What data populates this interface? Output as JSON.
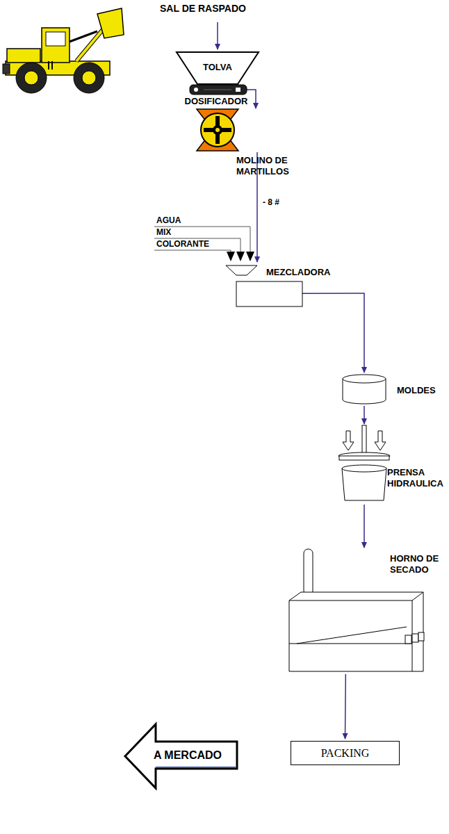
{
  "diagram": {
    "nodes": [
      {
        "text": [
          "TOLVA"
        ]
      },
      {
        "text": [
          "DOSIFICADOR"
        ]
      },
      {
        "text": [
          "MOLINO DE MARTILLOS"
        ]
      },
      {
        "text": [
          "MEZCLADORA"
        ]
      },
      {
        "text": [
          "MOLDES"
        ]
      },
      {
        "text": [
          "PRENSA HIDRAULICA"
        ]
      },
      {
        "text": [
          "HORNO DE SECADO"
        ]
      },
      {
        "text": [
          "PACKING"
        ]
      },
      {
        "text": [
          "A MERCADO"
        ]
      }
    ],
    "edges": [
      {
        "from": 1,
        "to": 2,
        "arrow": "to"
      },
      {
        "from": 2,
        "to": 3,
        "label": "- 8 #",
        "arrow": "to"
      },
      {
        "from": 3,
        "to": 4,
        "arrow": "to"
      },
      {
        "from": 4,
        "to": 5,
        "arrow": "to"
      },
      {
        "from": 5,
        "to": 6,
        "arrow": "to"
      },
      {
        "from": 6,
        "to": 7,
        "arrow": "to"
      }
    ],
    "labels": [
      "SAL DE RASPADO",
      "AGUA",
      "MIX",
      "COLORANTE"
    ]
  }
}
